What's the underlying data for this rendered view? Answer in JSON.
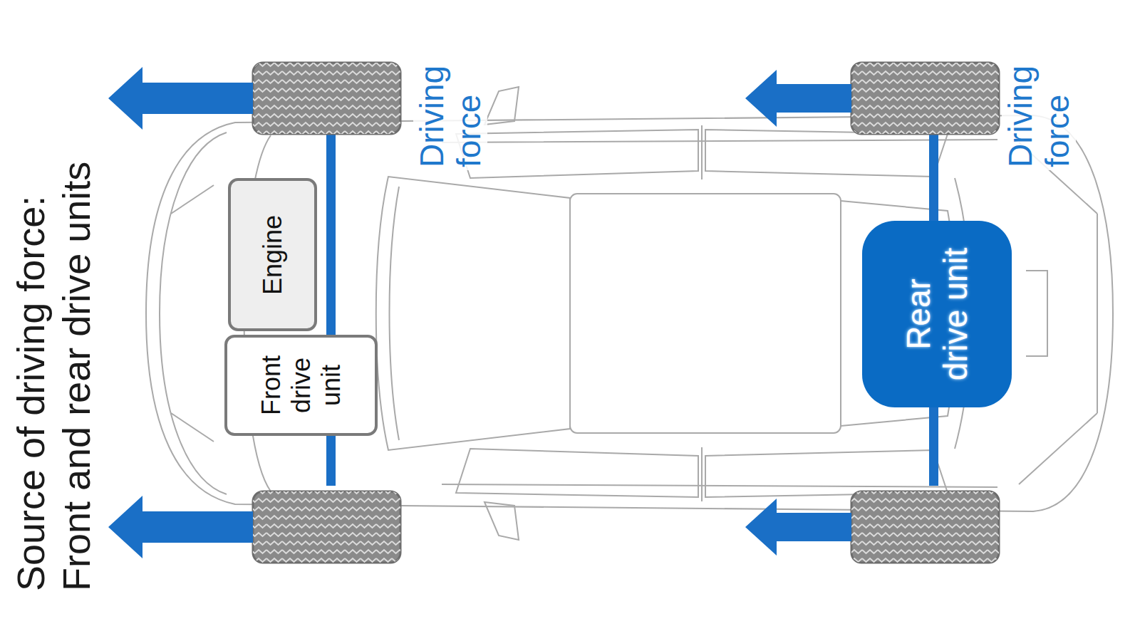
{
  "diagram": {
    "title": "Source of driving force: Front and rear drive units",
    "nodes": [
      {
        "text": [
          "Engine"
        ]
      },
      {
        "text": [
          "Front drive unit"
        ]
      },
      {
        "text": [
          "Rear drive unit"
        ]
      }
    ],
    "labels": [
      "Driving force",
      "Driving force"
    ]
  }
}
